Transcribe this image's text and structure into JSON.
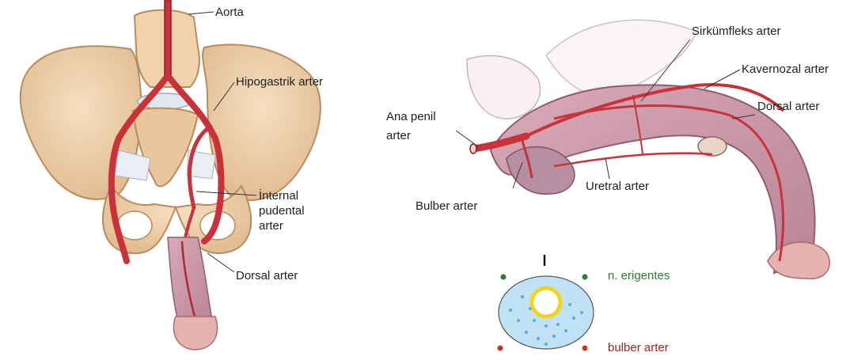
{
  "left_figure": {
    "labels": {
      "aorta": "Aorta",
      "hypogastric": "Hipogastrik arter",
      "internal_pudendal": [
        "İnternal",
        "pudental",
        "arter"
      ],
      "dorsal": "Dorsal arter"
    }
  },
  "right_figure": {
    "labels": {
      "circumflex": "Sirkümfleks arter",
      "cavernosal": "Kavernozal arter",
      "dorsal": "Dorsal arter",
      "main_penile": [
        "Ana penil",
        "arter"
      ],
      "bulbar": "Bulber arter",
      "urethral": "Uretral arter"
    }
  },
  "cross_section": {
    "top_marker": "I",
    "labels": {
      "nerve": "n. erigentes",
      "bulbar": "bulber arter"
    },
    "colors": {
      "nerve": "#2e7d32",
      "artery": "#c0392b",
      "tissue": "#bfe3f5",
      "ring": "#f2d41c"
    }
  }
}
